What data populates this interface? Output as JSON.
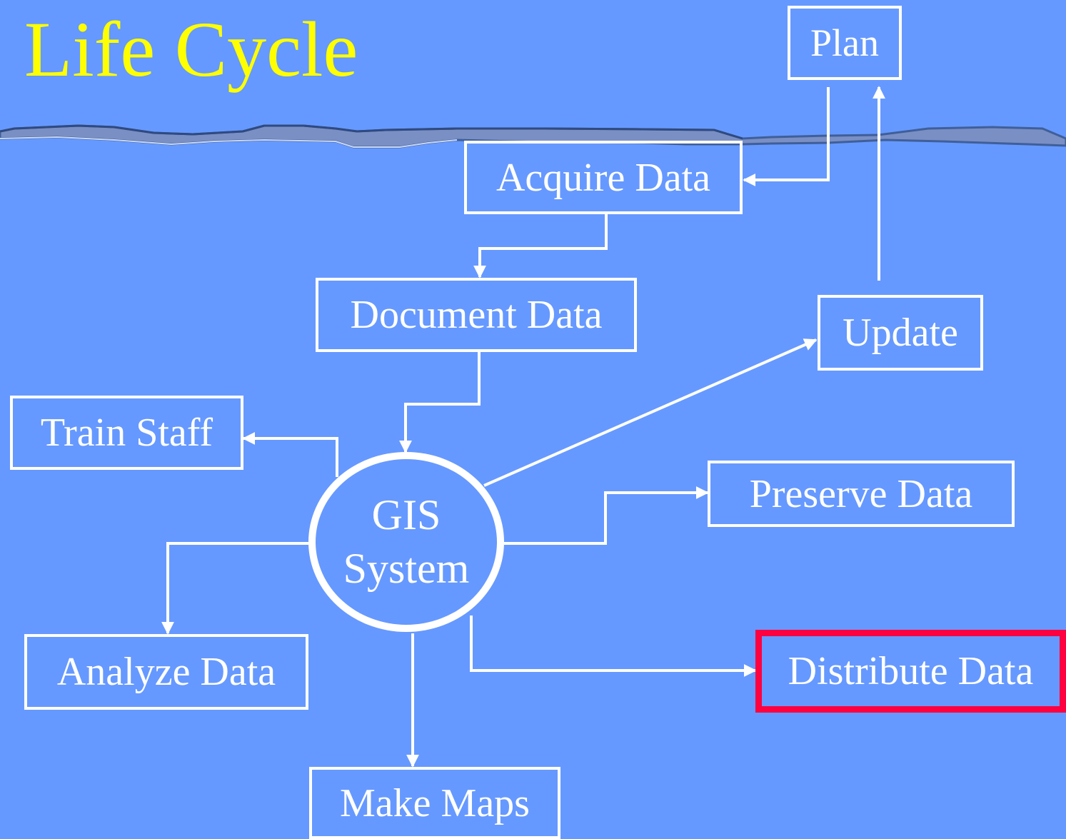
{
  "slide": {
    "title": "Life Cycle",
    "colors": {
      "background": "#6699ff",
      "title": "#ffff00",
      "lines": "#ffffff",
      "highlight": "#ff0040"
    }
  },
  "hub": {
    "line1": "GIS",
    "line2": "System"
  },
  "nodes": {
    "plan": "Plan",
    "acquire_data": "Acquire Data",
    "document_data": "Document Data",
    "update": "Update",
    "train_staff": "Train Staff",
    "preserve_data": "Preserve Data",
    "analyze_data": "Analyze Data",
    "distribute_data": "Distribute Data",
    "make_maps": "Make Maps"
  },
  "highlighted_node": "distribute_data"
}
